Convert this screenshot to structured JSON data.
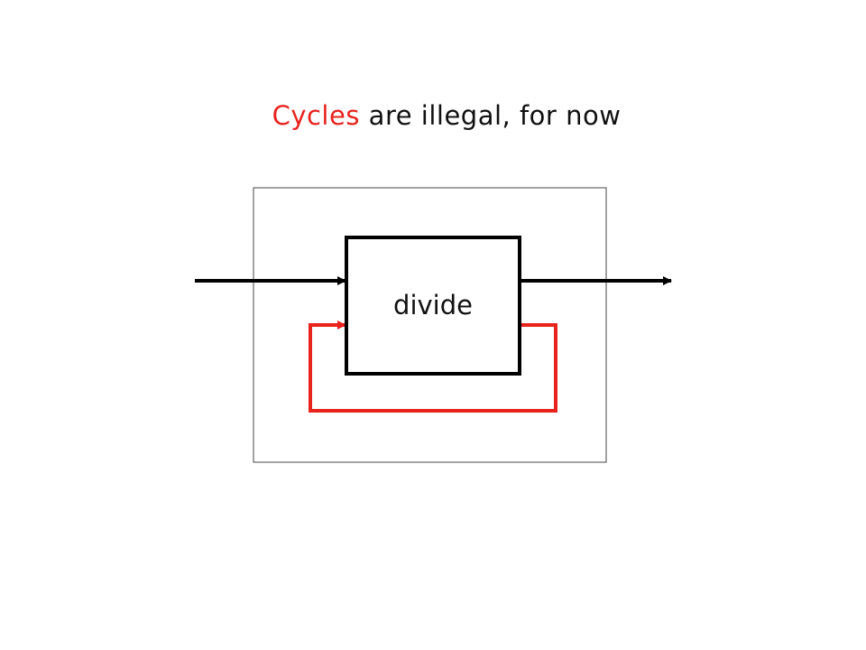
{
  "slide": {
    "title_highlight": "Cycles",
    "title_rest": " are illegal, for now"
  },
  "diagram": {
    "node_label": "divide"
  },
  "colors": {
    "highlight": "#e8231e",
    "text": "#111111",
    "edge": "#000000",
    "cycle_edge": "#e8231e"
  }
}
